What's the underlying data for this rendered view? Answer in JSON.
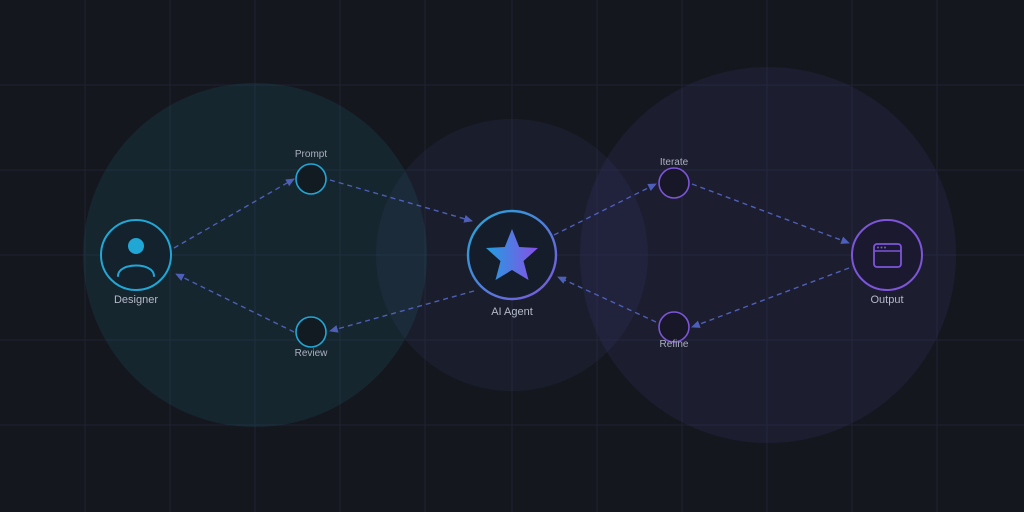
{
  "colors": {
    "background": "#15171f",
    "cyan": "#21a7d6",
    "purple": "#7c55d8",
    "arrow": "#4d5fb8"
  },
  "nodes": {
    "designer": {
      "label": "Designer",
      "icon": "user-icon"
    },
    "prompt": {
      "label": "Prompt"
    },
    "review": {
      "label": "Review"
    },
    "agent": {
      "label": "AI Agent",
      "icon": "star-icon"
    },
    "iterate": {
      "label": "Iterate"
    },
    "refine": {
      "label": "Refine"
    },
    "output": {
      "label": "Output",
      "icon": "browser-window-icon"
    }
  }
}
